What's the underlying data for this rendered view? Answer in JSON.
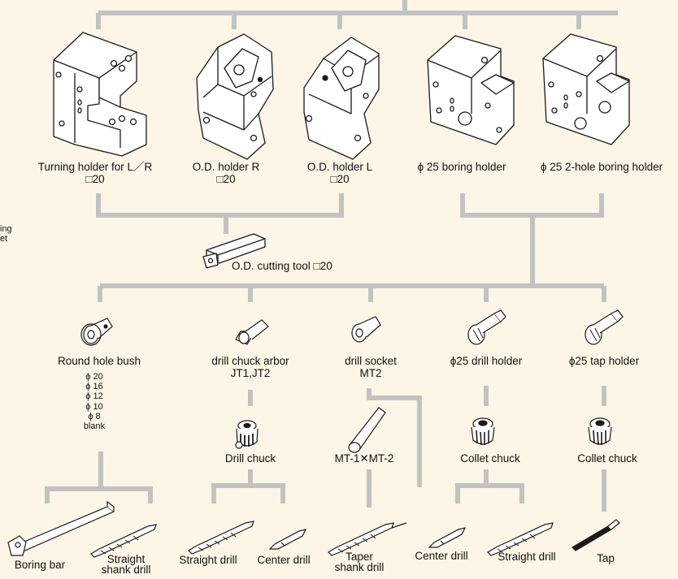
{
  "colors": {
    "background": "#fdf5e6",
    "connector": "#c2c2c2",
    "outline": "#1a1a1a"
  },
  "edge_labels": [
    "ing",
    "et"
  ],
  "holders": [
    {
      "label": "Turning holder for L／R",
      "sub": "□20"
    },
    {
      "label": "O.D. holder R",
      "sub": "□20"
    },
    {
      "label": "O.D. holder L",
      "sub": "□20"
    },
    {
      "label": "ϕ 25 boring holder"
    },
    {
      "label": "ϕ 25 2-hole boring holder"
    }
  ],
  "od_tool": {
    "label": "O.D. cutting tool □20"
  },
  "adapters": [
    {
      "label": "Round hole bush",
      "icon": "round-hole-bush"
    },
    {
      "label": "drill chuck arbor",
      "sub": "JT1,JT2",
      "icon": "drill-chuck-arbor"
    },
    {
      "label": "drill socket",
      "sub": "MT2",
      "icon": "drill-socket"
    },
    {
      "label": "ϕ25 drill holder",
      "icon": "drill-holder"
    },
    {
      "label": "ϕ25 tap holder",
      "icon": "tap-holder"
    }
  ],
  "bush_sizes": [
    "ϕ 20",
    "ϕ 16",
    "ϕ 12",
    "ϕ 10",
    "ϕ 8",
    "blank"
  ],
  "chucks": [
    {
      "label": "Drill chuck",
      "icon": "drill-chuck"
    },
    {
      "label": "MT-1✕MT-2",
      "icon": "mt-sleeve"
    },
    {
      "label": "Collet chuck",
      "icon": "collet-chuck"
    },
    {
      "label": "Collet chuck",
      "icon": "collet-chuck"
    }
  ],
  "tools": [
    {
      "label": "Boring bar"
    },
    {
      "label": "Straight",
      "sub": "shank drill"
    },
    {
      "label": "Straight drill"
    },
    {
      "label": "Center drill"
    },
    {
      "label": "Taper",
      "sub": "shank drill"
    },
    {
      "label": "Center drill"
    },
    {
      "label": "Straight drill"
    },
    {
      "label": "Tap"
    }
  ]
}
